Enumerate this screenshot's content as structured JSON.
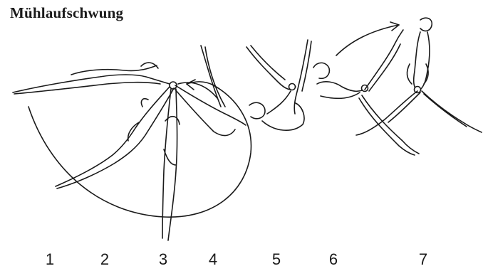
{
  "title": "Mühlaufschwung",
  "figure_numbers": [
    "1",
    "2",
    "3",
    "4",
    "5",
    "6",
    "7"
  ]
}
